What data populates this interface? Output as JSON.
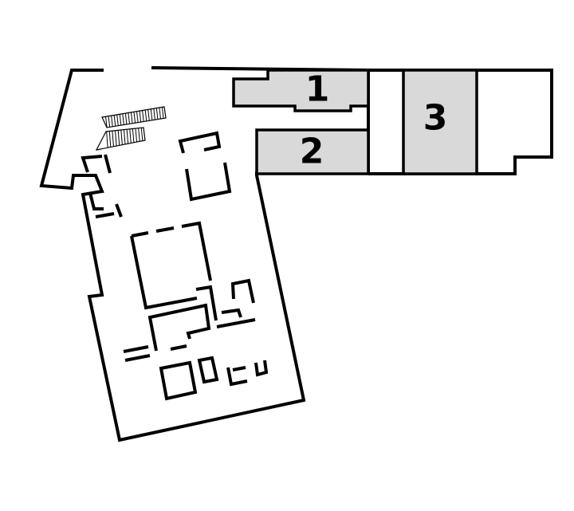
{
  "colors": {
    "background": "#ffffff",
    "line": "#000000",
    "highlight_fill": "#d9d9d9"
  },
  "labels": {
    "area_1": "1",
    "area_2": "2",
    "area_3": "3"
  }
}
